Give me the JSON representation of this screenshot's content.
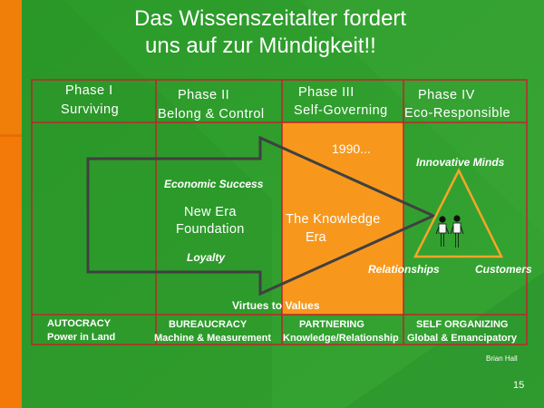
{
  "title_line1": "Das Wissenszeitalter fordert",
  "title_line2": "uns auf zur Mündigkeit!!",
  "phases": [
    {
      "name": "Phase I",
      "label": "Surviving"
    },
    {
      "name": "Phase II",
      "label": "Belong & Control"
    },
    {
      "name": "Phase III",
      "label": "Self-Governing"
    },
    {
      "name": "Phase IV",
      "label": "Eco-Responsible"
    }
  ],
  "year": "1990...",
  "innovative_minds": "Innovative Minds",
  "economic_success": "Economic Success",
  "new_era_line1": "New Era",
  "new_era_line2": "Foundation",
  "knowledge_era_line1": "The Knowledge",
  "knowledge_era_line2": "Era",
  "loyalty": "Loyalty",
  "relationships": "Relationships",
  "customers": "Customers",
  "virtues": "Virtues to Values",
  "stages": [
    {
      "name": "AUTOCRACY",
      "desc": "Power in Land"
    },
    {
      "name": "BUREAUCRACY",
      "desc": "Machine & Measurement"
    },
    {
      "name": "PARTNERING",
      "desc": "Knowledge/Relationship"
    },
    {
      "name": "SELF ORGANIZING",
      "desc": "Global & Emancipatory"
    }
  ],
  "author": "Brian Hall",
  "page_number": "15",
  "colors": {
    "background": "#2f9a2b",
    "side_bar": "#f07f0a",
    "knowledge_column": "#f7981d",
    "grid_lines": "#c0242a",
    "arrow_outline": "#404040",
    "triangle": "#f7a52a"
  }
}
